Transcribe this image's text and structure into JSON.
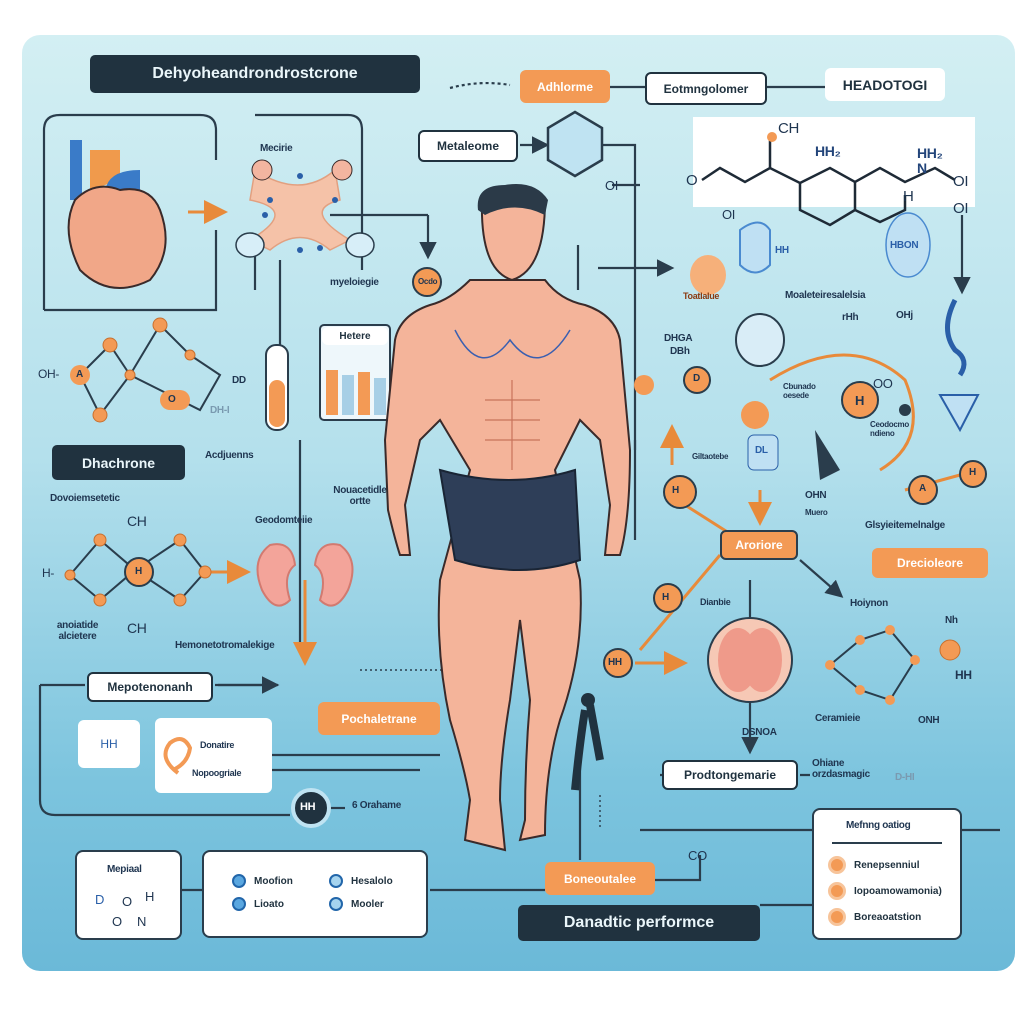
{
  "title": "Dehyoheandrondrostcrone",
  "top_labels": {
    "adrenal": "Adhlorme",
    "metabolism_top": "Eotmngolomer",
    "header_right": "HEADOTOGI",
    "metaleome": "Metaleome"
  },
  "chemical": {
    "oh": "CH",
    "nh_left": "HH₂",
    "nh_right": "HH₂",
    "n": "N",
    "o_left": "O",
    "o_right": "OI",
    "h": "H",
    "o_below": "OI",
    "o_small": "OI",
    "hbon": "HBON",
    "hh_small": "HH"
  },
  "left_panel": {
    "label_top": "Mecirie",
    "label_mid": "myeloiegie",
    "badge": "Ocdo",
    "hetere": "Hetere",
    "acdjuenns": "Acdjuenns",
    "oh_label": "OH-",
    "a_node": "A",
    "o_node": "O",
    "dd": "DD",
    "dh": "DH-I",
    "dhachrone": "Dhachrone",
    "dovo": "Dovoiemsetetic",
    "ch_top": "CH",
    "ch_bottom": "CH",
    "h_label": "H-",
    "h_node": "H",
    "left_note": "anoiatide alcietere",
    "geodomteiie": "Geodomteiie",
    "nouacetidle": "Nouacetidle ortte",
    "hemonetonakige": "Hemonetotromalekige"
  },
  "right_panel": {
    "moale": "Moaleteiresalelsia",
    "toatlalue": "Toatlalue",
    "dheia": "DHGA",
    "dbh": "DBh",
    "rhh": "rHh",
    "ohj": "OHj",
    "oo": "OO",
    "h_node": "H",
    "d_node": "D",
    "dl": "DL",
    "gilabee": "Giltaotebe",
    "note1": "Cbunado oesede",
    "note2": "Ceodocmo ndieno",
    "ohn": "OHN",
    "muero": "Muero",
    "a_node": "A",
    "h2_node": "H",
    "glsyie": "Glsyieitemelnalge",
    "drecioleore": "Drecioleore",
    "aroriore": "Aroriore",
    "hh_node": "HH",
    "h_small": "H",
    "diantie": "Dianbie",
    "hoiynon": "Hoiynon",
    "ceramieie": "Ceramieie",
    "dsnoa": "DSNOA",
    "nh": "Nh",
    "hh": "HH",
    "onh": "ONH",
    "prod": "Prodtongemarie",
    "ohiane": "Ohiane orzdasmagic",
    "dh": "D-HI"
  },
  "lower_left": {
    "mepotenonanh": "Mepotenonanh",
    "hh": "HH",
    "donatire": "Donatire",
    "nopoogriale": "Nopoogriale",
    "pochaletrane": "Pochaletrane",
    "hh_circle": "HH",
    "orahame": "6 Orahame"
  },
  "bottom": {
    "mepiaal_title": "Mepiaal",
    "mepiaal_atoms": [
      "D",
      "O",
      "H",
      "O",
      "N"
    ],
    "legend": [
      {
        "label": "Moofion",
        "style": "dark"
      },
      {
        "label": "Hesalolo",
        "style": "light"
      },
      {
        "label": "Lioato",
        "style": "dark"
      },
      {
        "label": "Mooler",
        "style": "light"
      }
    ],
    "boneoutalee": "Boneoutalee",
    "co": "CO",
    "performance": "Danadtic performce",
    "right_card_title": "Mefnng oatiog",
    "right_card_items": [
      "Renepsenniul",
      "Iopoamowamonia)",
      "Boreaoatstion"
    ]
  }
}
